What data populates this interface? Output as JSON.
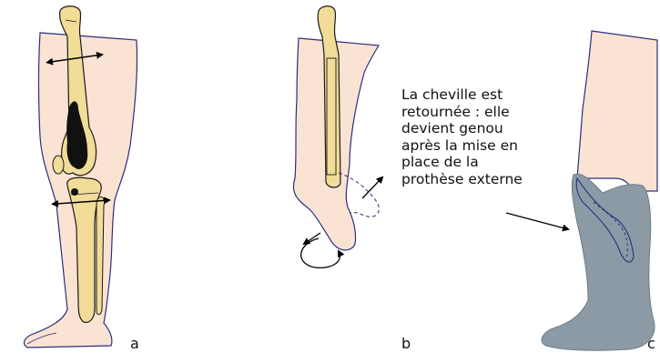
{
  "panels": [
    {
      "letter": "a"
    },
    {
      "letter": "b"
    },
    {
      "letter": "c"
    }
  ],
  "annotation": {
    "lines": [
      "La cheville est",
      "retournée : elle",
      "devient genou",
      "après la mise en",
      "place de la",
      "prothèse externe"
    ]
  },
  "colors": {
    "skin": "#fbe3d4",
    "bone": "#f1dc98",
    "outline": "#2a2f7a",
    "tumor": "#111111",
    "prosthesis": "#8b9aa5",
    "arrow": "#000000",
    "dashed_contour": "#2a2f7a"
  }
}
